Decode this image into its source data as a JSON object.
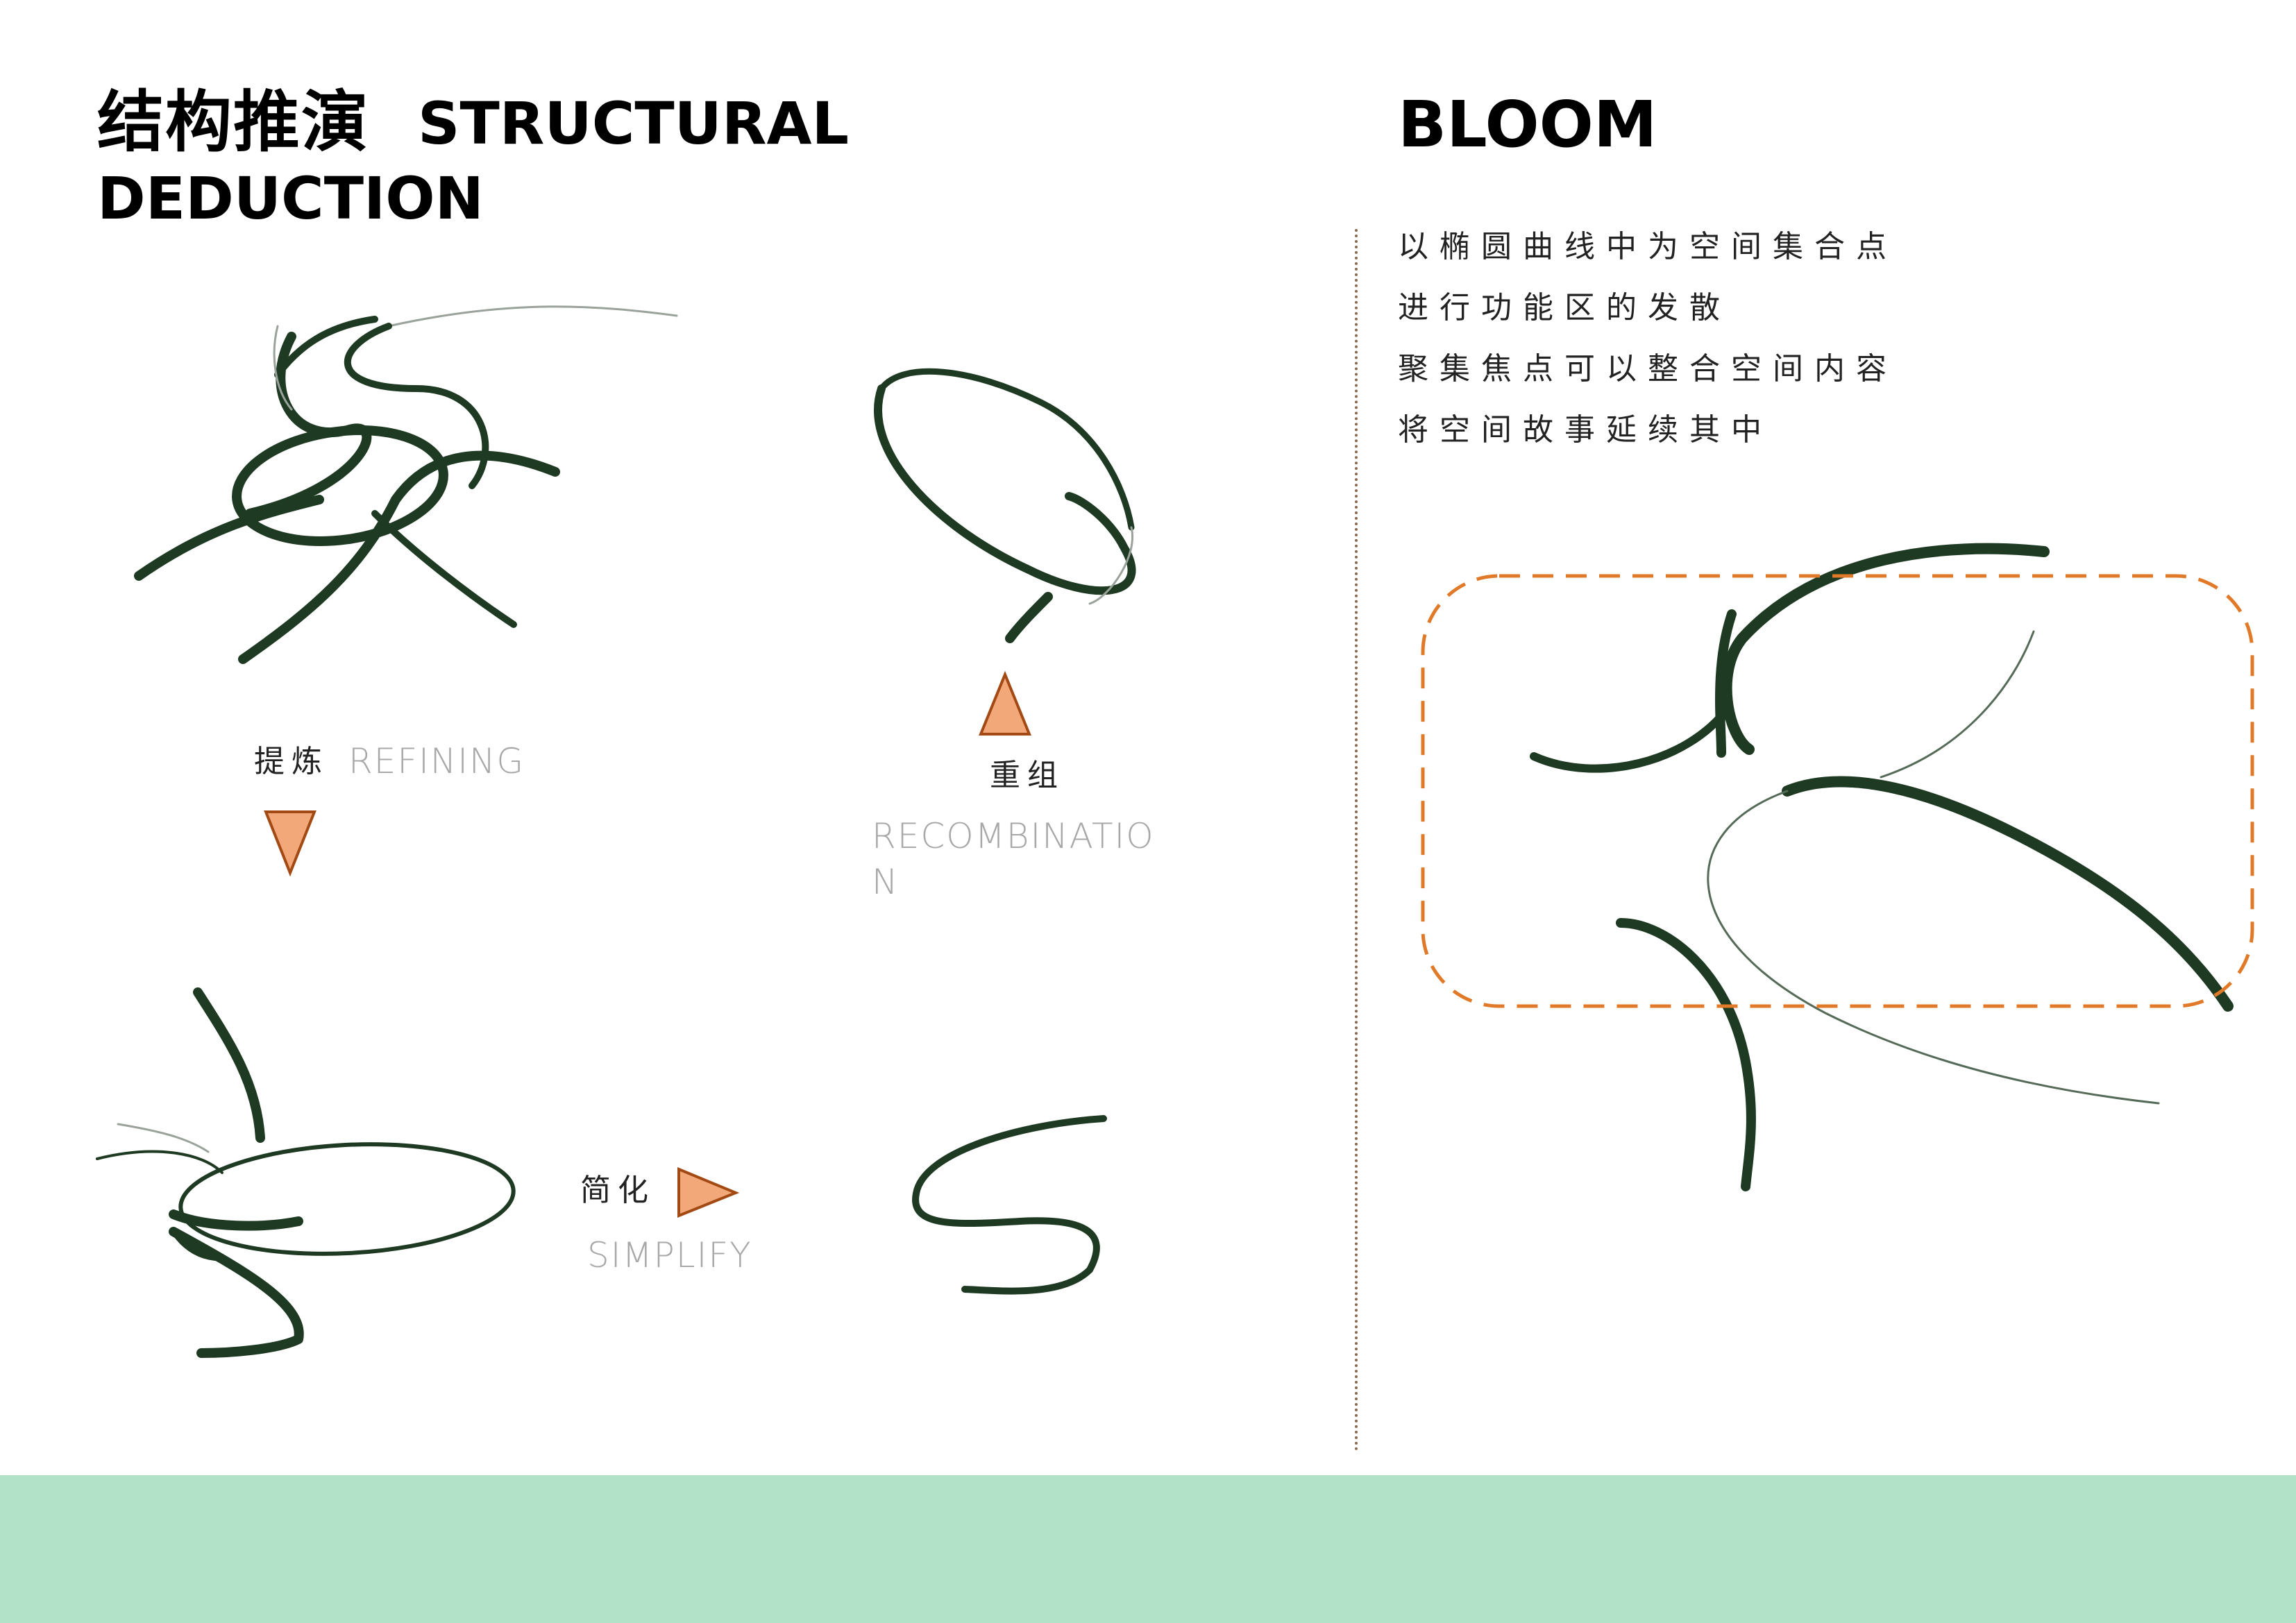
{
  "header": {
    "title_cn": "结构推演",
    "title_en_line1": "STRUCTURAL",
    "title_en_line2": "DEDUCTION"
  },
  "right_panel": {
    "title": "BLOOM",
    "description": [
      "以椭圆曲线中为空间集合点",
      "进行功能区的发散",
      "聚集焦点可以整合空间内容",
      "将空间故事延续其中"
    ]
  },
  "steps": {
    "refining": {
      "cn": "提炼",
      "en": "REFINING"
    },
    "recombination": {
      "cn": "重组",
      "en_line1": "RECOMBINATIO",
      "en_line2": "N"
    },
    "simplify": {
      "cn": "简化",
      "en": "SIMPLIFY"
    }
  },
  "colors": {
    "stroke": "#1e3a22",
    "arrow_fill": "#f2a878",
    "arrow_stroke": "#a34a14",
    "dash_box": "#e07a28",
    "divider": "#8a6b52",
    "footer": "#b2e2c7"
  },
  "icons": {
    "arrow_down": "triangle-down",
    "arrow_up": "triangle-up",
    "arrow_right": "triangle-right"
  }
}
